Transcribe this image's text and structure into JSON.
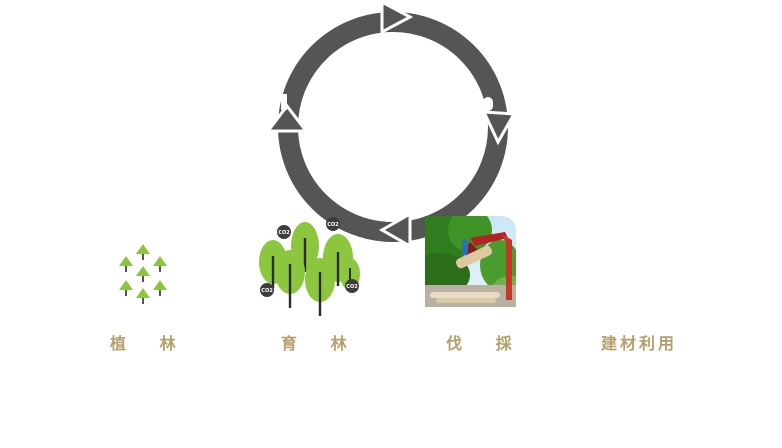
{
  "stages": [
    {
      "label": "植 林"
    },
    {
      "label": "育 林"
    },
    {
      "label": "伐 採"
    },
    {
      "label": "建材利用"
    }
  ],
  "co2": {
    "label": "CO2"
  },
  "colors": {
    "arrow": "#555555",
    "tree_leaf": "#8cc63f",
    "tree_trunk": "#2b2b2b",
    "label": "#b59f6d",
    "co2_badge": "#3d3d3d"
  },
  "icons": [
    "cycle-arrows-icon",
    "seedlings-icon",
    "forest-trees-icon",
    "logging-photo"
  ]
}
